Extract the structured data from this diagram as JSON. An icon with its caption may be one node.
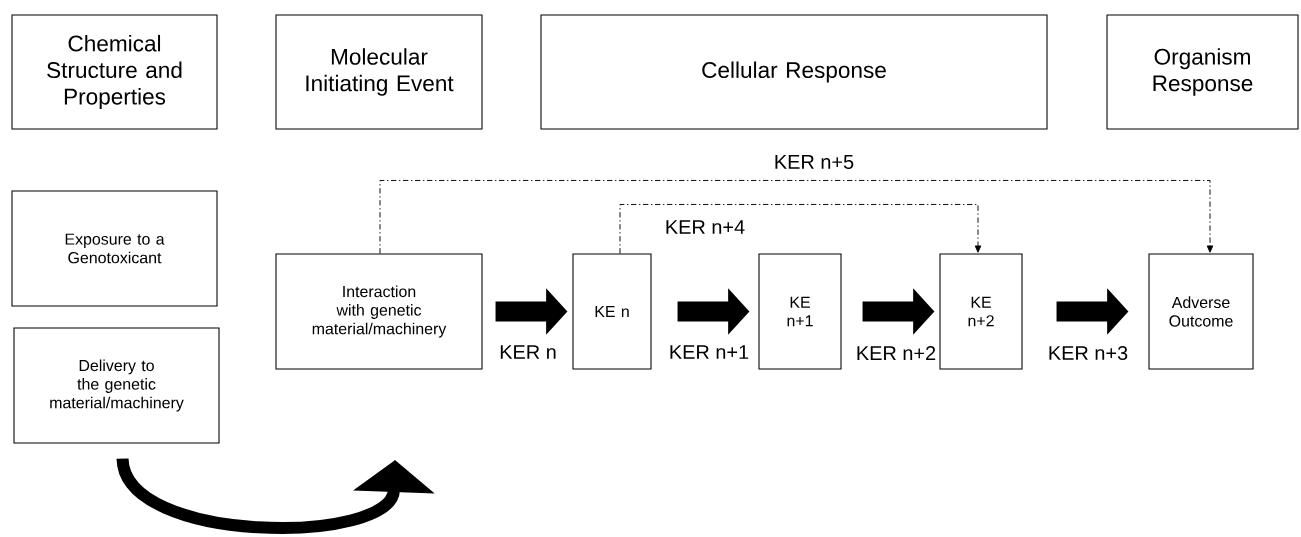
{
  "diagram": {
    "nodes": [
      {
        "text": [
          "Chemical Structure and Properties"
        ]
      },
      {
        "text": [
          "Molecular Initiating Event"
        ]
      },
      {
        "text": [
          "Cellular Response"
        ]
      },
      {
        "text": [
          "Organism Response"
        ]
      },
      {
        "text": [
          "Exposure to a Genotoxicant"
        ]
      },
      {
        "text": [
          "Delivery to the genetic material/machinery"
        ]
      },
      {
        "text": [
          "Interaction with genetic material/machinery"
        ]
      },
      {
        "text": [
          "KE n"
        ]
      },
      {
        "text": [
          "KE n+1"
        ]
      },
      {
        "text": [
          "KE n+2"
        ]
      },
      {
        "text": [
          "Adverse Outcome"
        ]
      }
    ],
    "edges": [
      {
        "from": 6,
        "to": 7,
        "arrow": "to",
        "label": "KER n"
      },
      {
        "from": 7,
        "to": 8,
        "arrow": "to",
        "label": "KER n+1"
      },
      {
        "from": 8,
        "to": 9,
        "arrow": "to",
        "label": "KER n+2"
      },
      {
        "from": 9,
        "to": 10,
        "arrow": "to",
        "label": "KER n+3"
      },
      {
        "from": 7,
        "to": 9,
        "arrow": "to",
        "label": "KER n+4",
        "style": "dashed"
      },
      {
        "from": 6,
        "to": 10,
        "arrow": "to",
        "label": "KER n+5",
        "style": "dashed"
      },
      {
        "from": 5,
        "to": null,
        "arrow": "to"
      }
    ]
  }
}
